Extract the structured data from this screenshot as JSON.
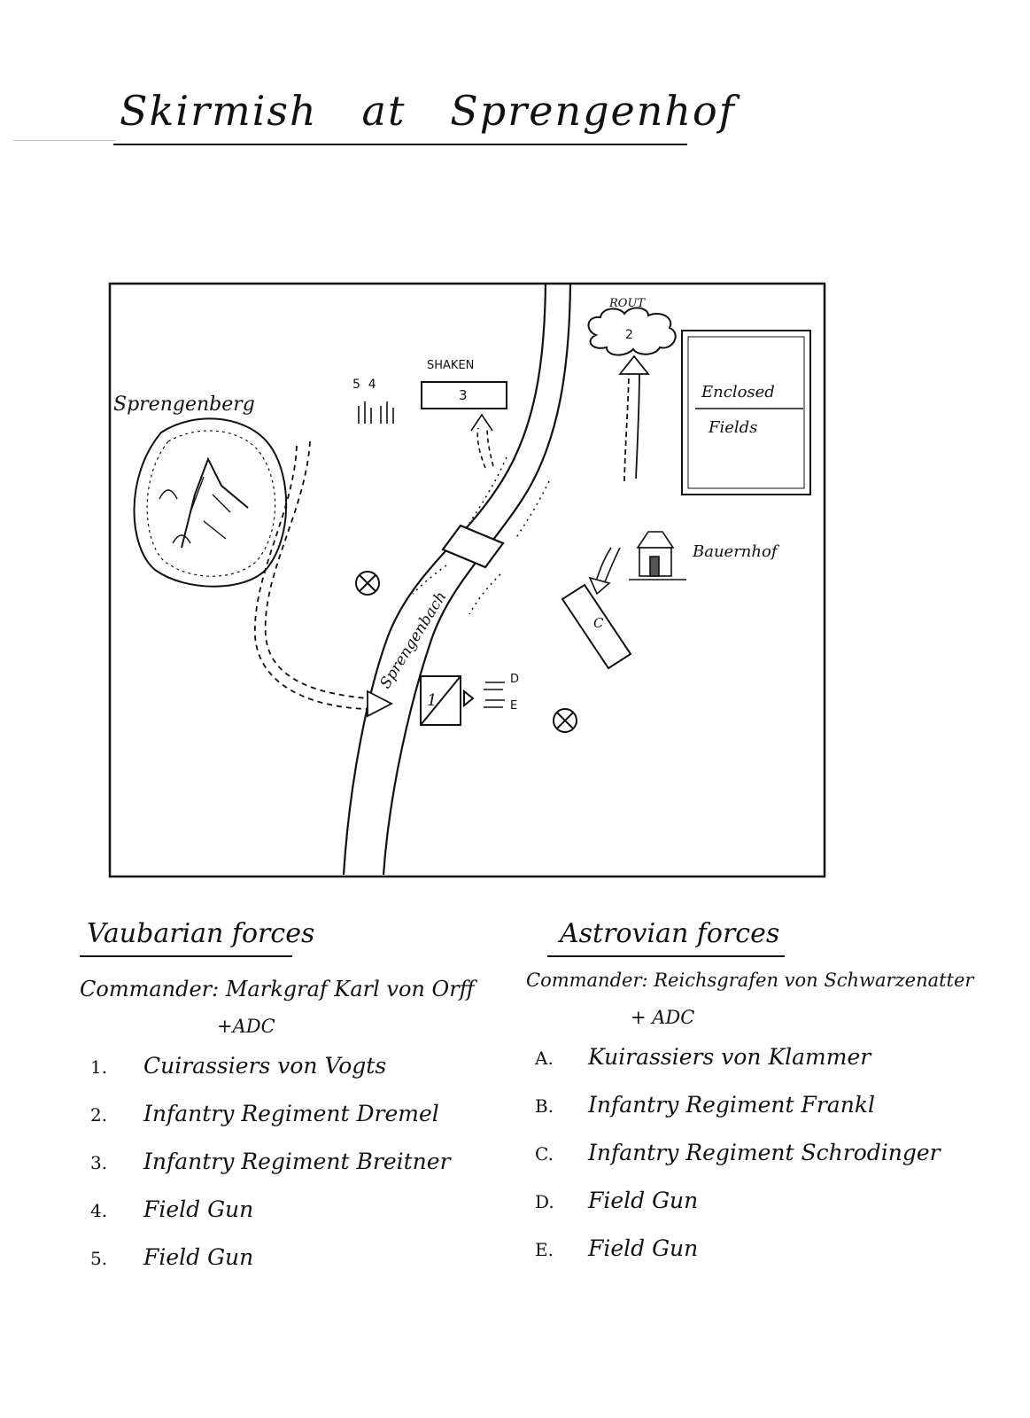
{
  "title": "Skirmish   at   Sprengenhof",
  "map": {
    "labels": {
      "hill": "Sprengenberg",
      "stream": "Sprengenbach",
      "fields_line1": "Enclosed",
      "fields_line2": "Fields",
      "farm": "Bauernhof",
      "shaken": "SHAKEN",
      "rout": "ROUT",
      "gun_labels_vaubarian": "5  4",
      "gun_label_d": "D",
      "gun_label_e": "E"
    },
    "unit_markers": {
      "unit1": "1",
      "unit2": "2",
      "unit3": "3",
      "unitC": "C"
    }
  },
  "vaubarian": {
    "heading": "Vaubarian forces",
    "commander": "Commander: Markgraf Karl von Orff",
    "adc": "+ADC",
    "units": [
      {
        "key": "1.",
        "name": "Cuirassiers von Vogts"
      },
      {
        "key": "2.",
        "name": "Infantry Regiment Dremel"
      },
      {
        "key": "3.",
        "name": "Infantry Regiment Breitner"
      },
      {
        "key": "4.",
        "name": "Field Gun"
      },
      {
        "key": "5.",
        "name": "Field Gun"
      }
    ]
  },
  "astrovian": {
    "heading": "Astrovian forces",
    "commander": "Commander: Reichsgrafen von Schwarzenatter",
    "adc": "+ ADC",
    "units": [
      {
        "key": "A.",
        "name": "Kuirassiers von Klammer"
      },
      {
        "key": "B.",
        "name": "Infantry Regiment Frankl"
      },
      {
        "key": "C.",
        "name": "Infantry Regiment Schrodinger"
      },
      {
        "key": "D.",
        "name": "Field Gun"
      },
      {
        "key": "E.",
        "name": "Field Gun"
      }
    ]
  }
}
